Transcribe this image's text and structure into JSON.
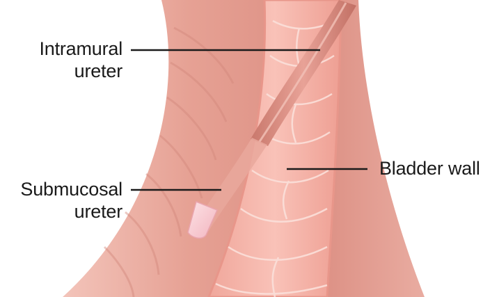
{
  "labels": {
    "intramural_line1": "Intramural",
    "intramural_line2": "ureter",
    "submucosal_line1": "Submucosal",
    "submucosal_line2": "ureter",
    "bladder_wall": "Bladder wall"
  },
  "colors": {
    "outer_tissue": "#e8a59a",
    "outer_tissue_dark": "#cf8478",
    "inner_lumen": "#f6b8ad",
    "mucosa_cells": "#fbd3cb",
    "ureter": "#d9867a",
    "ureter_highlight": "#f3c2b8",
    "submucosal_tip": "#f7c9d0",
    "leader_lines": "#1a1a1a"
  }
}
